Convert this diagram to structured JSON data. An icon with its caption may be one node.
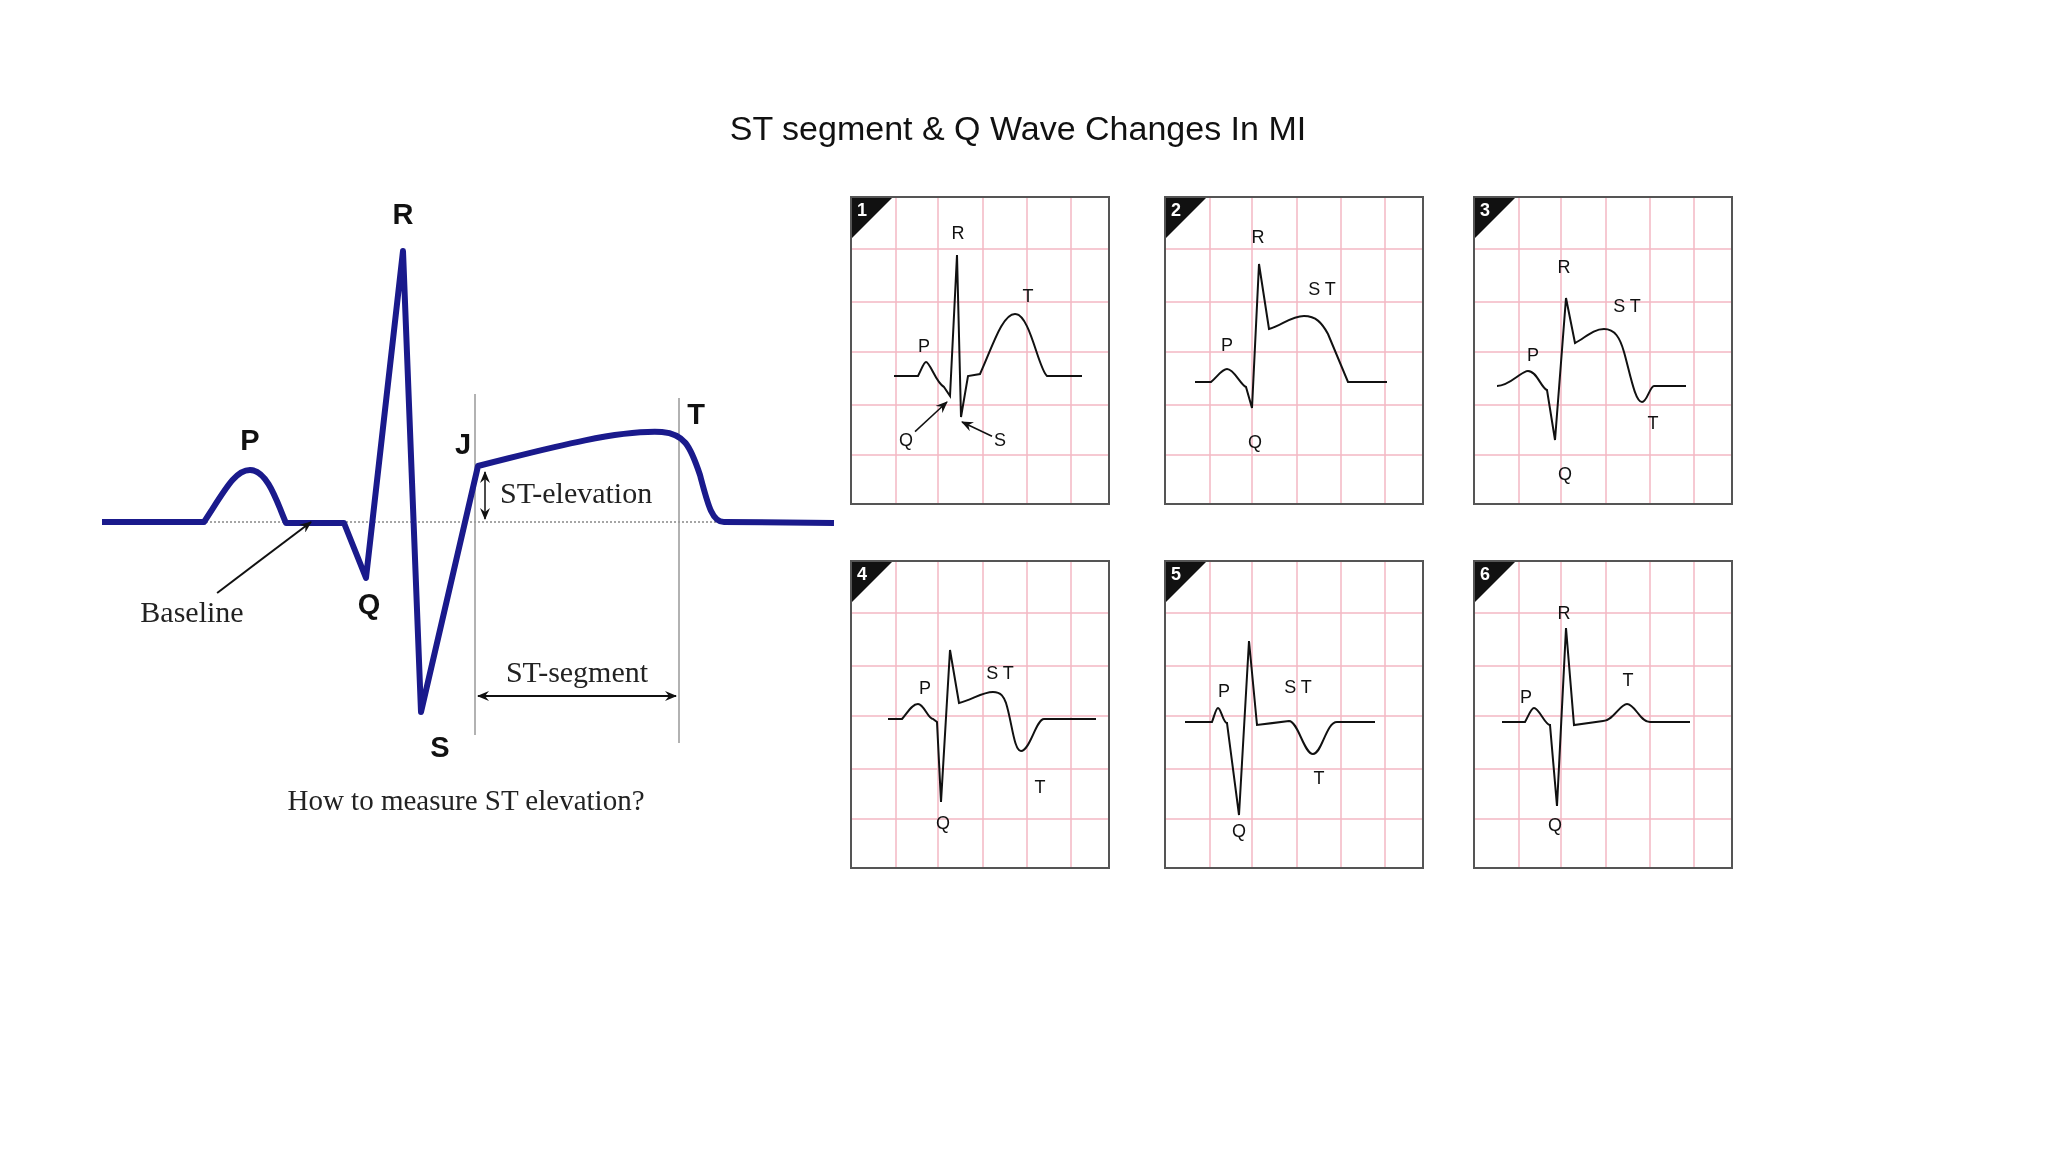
{
  "diagram": {
    "title": "ST segment & Q Wave  Changes In MI",
    "caption": "How to measure ST elevation?",
    "nodes": [
      {
        "text": [
          "Baseline"
        ]
      },
      {
        "text": [
          "1",
          "R",
          "T",
          "P"
        ]
      },
      {
        "text": [
          "Q"
        ],
        "in": 1
      },
      {
        "text": [
          "S"
        ],
        "in": 1
      },
      {
        "text": [
          "2",
          "R",
          "S T",
          "P",
          "Q"
        ]
      },
      {
        "text": [
          "3",
          "R",
          "S T",
          "P",
          "T",
          "Q"
        ]
      },
      {
        "text": [
          "4",
          "P",
          "S T",
          "T",
          "Q"
        ]
      },
      {
        "text": [
          "5",
          "P",
          "S T",
          "T",
          "Q"
        ]
      },
      {
        "text": [
          "6",
          "R",
          "T",
          "P",
          "Q"
        ]
      },
      {
        "text": [],
        "shape": "line"
      }
    ],
    "edges": [
      {
        "from": 0,
        "to": 9,
        "arrow": "to"
      },
      {
        "from": 2,
        "to": null,
        "arrow": "to"
      },
      {
        "from": 3,
        "to": null,
        "arrow": "to"
      }
    ],
    "labels": [
      "R",
      "P",
      "J",
      "T",
      "ST-elevation",
      "Q",
      "S",
      "ST-segment"
    ]
  }
}
